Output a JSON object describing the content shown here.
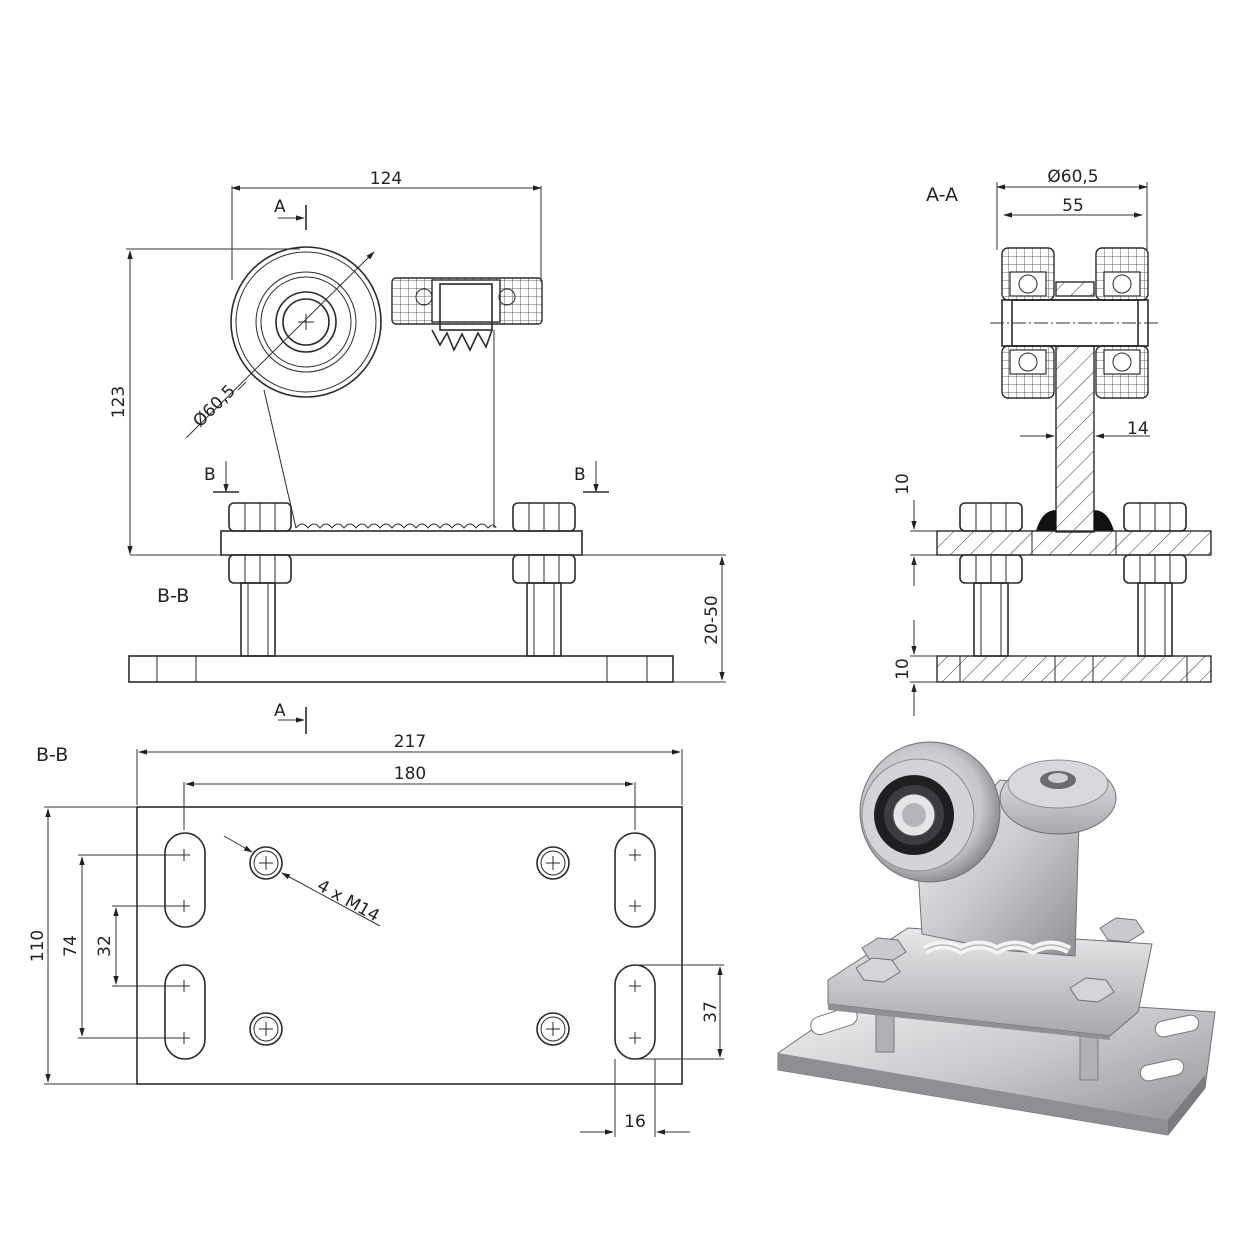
{
  "side_view": {
    "dim_width": "124",
    "dim_height": "123",
    "dim_wheel_diameter": "Ø60,5",
    "dim_adjust": "20-50",
    "section_marker_a": "A",
    "section_marker_b_left": "B",
    "section_marker_b_right": "B",
    "section_label": "B-B"
  },
  "section_aa": {
    "title": "A-A",
    "dim_diameter": "Ø60,5",
    "dim_inner": "55",
    "dim_web": "14",
    "dim_top_plate": "10",
    "dim_bottom_plate": "10"
  },
  "plan_view": {
    "title": "B-B",
    "section_marker_a": "A",
    "dim_length": "217",
    "dim_hole_spacing": "180",
    "dim_width": "110",
    "dim_slot_span": "74",
    "dim_slot_inner": "32",
    "dim_slot_length": "37",
    "dim_slot_width": "16",
    "thread_note": "4 x M14"
  },
  "photo": {
    "subject": "stainless roller carriage"
  },
  "colors": {
    "line": "#2a2a2a",
    "steel_light": "#e2e2e4",
    "steel_mid": "#b9babd",
    "steel_dark": "#7d7f83"
  }
}
